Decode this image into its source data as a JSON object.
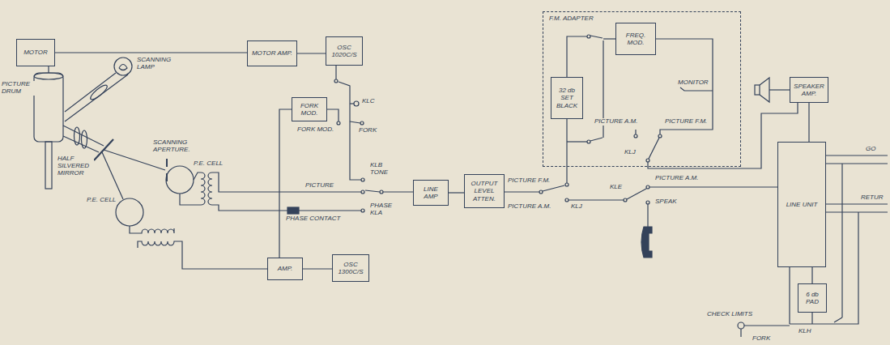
{
  "diagram": {
    "nodes": [
      {
        "text": [
          "MOTOR"
        ]
      },
      {
        "text": [
          "MOTOR AMP."
        ]
      },
      {
        "text": [
          "OSC 1020C/S"
        ]
      },
      {
        "text": [
          "FORK MOD."
        ]
      },
      {
        "text": [
          "LINE AMP"
        ]
      },
      {
        "text": [
          "OUTPUT LEVEL ATTEN."
        ]
      },
      {
        "text": [
          "F.M. ADAPTER"
        ]
      },
      {
        "text": [
          "FREQ. MOD."
        ],
        "in": 6
      },
      {
        "text": [
          "32 db SET BLACK"
        ],
        "in": 6
      },
      {
        "text": [
          "SPEAKER AMP."
        ]
      },
      {
        "text": [
          "LINE UNIT"
        ]
      },
      {
        "text": [
          "AMP."
        ]
      },
      {
        "text": [
          "OSC 1300C/S"
        ]
      },
      {
        "text": [
          "6 db PAD"
        ]
      }
    ],
    "edges": [
      {
        "from": 0,
        "to": 1,
        "arrow": "none"
      },
      {
        "from": 1,
        "to": 2,
        "arrow": "none"
      },
      {
        "from": 11,
        "to": 12,
        "arrow": "none"
      },
      {
        "from": 11,
        "to": 3,
        "arrow": "none"
      },
      {
        "from": 4,
        "to": 5,
        "arrow": "none"
      },
      {
        "from": 9,
        "to": 10,
        "arrow": "none"
      }
    ],
    "labels": [
      "SCANNING LAMP",
      "PICTURE DRUM",
      "HALF SILVERED MIRROR",
      "SCANNING APERTURE.",
      "P.E. CELL",
      "P.E. CELL",
      "KLC",
      "FORK MOD.",
      "FORK",
      "PICTURE",
      "KLB TONE",
      "PHASE CONTACT",
      "PHASE KLA",
      "PICTURE F.M.",
      "PICTURE A.M.",
      "KLJ",
      "MONITOR",
      "PICTURE A.M.",
      "PICTURE F.M.",
      "KLJ",
      "PICTURE A.M.",
      "KLE",
      "SPEAK",
      "CHECK LIMITS",
      "KLH",
      "FORK",
      "GO",
      "RETUR"
    ]
  }
}
